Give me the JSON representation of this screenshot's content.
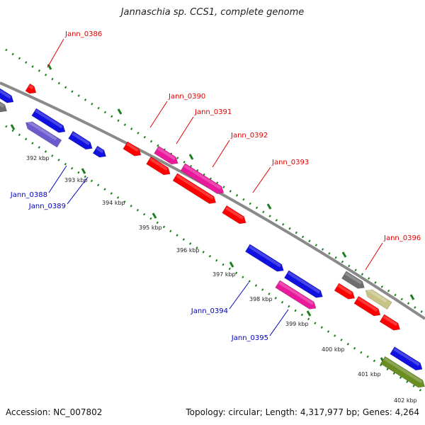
{
  "title": "Jannaschia sp. CCS1, complete genome",
  "footer": {
    "accession": "Accession: NC_007802",
    "summary": "Topology: circular; Length: 4,317,977 bp; Genes: 4,264"
  },
  "colors": {
    "backbone": "#8a8a8a",
    "grid": "#1a7f1a",
    "red": "#ff0000",
    "magenta": "#e8199a",
    "blue": "#1010e0",
    "slate": "#6a5acd",
    "gray": "#6e6e6e",
    "khaki": "#c8c488",
    "olive": "#6b8e23",
    "labelRed": "#e00000",
    "labelBlue": "#0000c0"
  },
  "scale_labels": [
    "392 kbp",
    "393 kbp",
    "394 kbp",
    "395 kbp",
    "396 kbp",
    "397 kbp",
    "398 kbp",
    "399 kbp",
    "400 kbp",
    "401 kbp",
    "402 kbp"
  ],
  "gene_labels": [
    {
      "text": "Jann_0386",
      "color": "red"
    },
    {
      "text": "Jann_0390",
      "color": "red"
    },
    {
      "text": "Jann_0391",
      "color": "red"
    },
    {
      "text": "Jann_0392",
      "color": "red"
    },
    {
      "text": "Jann_0393",
      "color": "red"
    },
    {
      "text": "Jann_0396",
      "color": "red"
    },
    {
      "text": "Jann_0388",
      "color": "blue"
    },
    {
      "text": "Jann_0389",
      "color": "blue"
    },
    {
      "text": "Jann_0394",
      "color": "blue"
    },
    {
      "text": "Jann_0395",
      "color": "blue"
    }
  ],
  "features": [
    {
      "color": "blue"
    },
    {
      "color": "gray"
    },
    {
      "color": "red"
    },
    {
      "color": "blue"
    },
    {
      "color": "slate"
    },
    {
      "color": "blue"
    },
    {
      "color": "blue"
    },
    {
      "color": "red"
    },
    {
      "color": "magenta"
    },
    {
      "color": "red"
    },
    {
      "color": "magenta"
    },
    {
      "color": "red"
    },
    {
      "color": "red"
    },
    {
      "color": "blue"
    },
    {
      "color": "blue"
    },
    {
      "color": "magenta"
    },
    {
      "color": "gray"
    },
    {
      "color": "khaki"
    },
    {
      "color": "red"
    },
    {
      "color": "red"
    },
    {
      "color": "red"
    },
    {
      "color": "blue"
    },
    {
      "color": "olive"
    }
  ]
}
